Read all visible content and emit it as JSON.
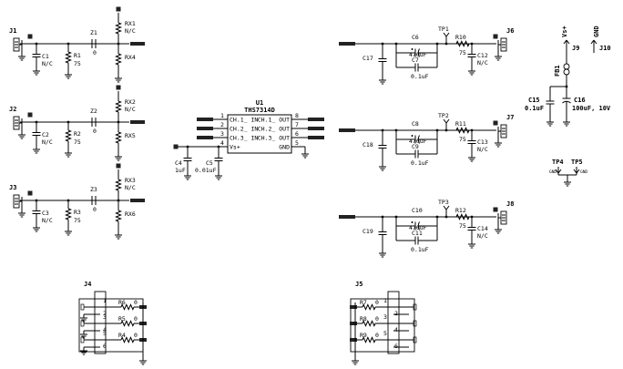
{
  "inputs": [
    {
      "conn": "J1",
      "res": "R1",
      "res_val": "75",
      "cap": "C1",
      "cap_val": "N/C",
      "z": "Z1",
      "z_val": "0",
      "rx_top": "RX1",
      "rx_top_val": "N/C",
      "rx_bot": "RX4"
    },
    {
      "conn": "J2",
      "res": "R2",
      "res_val": "75",
      "cap": "C2",
      "cap_val": "N/C",
      "z": "Z2",
      "z_val": "0",
      "rx_top": "RX2",
      "rx_top_val": "N/C",
      "rx_bot": "RX5"
    },
    {
      "conn": "J3",
      "res": "R3",
      "res_val": "75",
      "cap": "C3",
      "cap_val": "N/C",
      "z": "Z3",
      "z_val": "0",
      "rx_top": "RX3",
      "rx_top_val": "N/C",
      "rx_bot": "RX6"
    }
  ],
  "ic": {
    "ref": "U1",
    "part": "THS7314D",
    "pins_left": [
      {
        "num": "1",
        "name": "CH.1_ IN"
      },
      {
        "num": "2",
        "name": "CH.2_ IN"
      },
      {
        "num": "3",
        "name": "CH.3_ IN"
      },
      {
        "num": "4",
        "name": "Vs+"
      }
    ],
    "pins_right": [
      {
        "num": "8",
        "name": "CH.1_ OUT"
      },
      {
        "num": "7",
        "name": "CH.2_ OUT"
      },
      {
        "num": "6",
        "name": "CH.3_ OUT"
      },
      {
        "num": "5",
        "name": "GND"
      }
    ]
  },
  "supply_caps": [
    {
      "ref": "C4",
      "val": "1uF"
    },
    {
      "ref": "C5",
      "val": "0.01uF"
    }
  ],
  "outputs": [
    {
      "conn": "J6",
      "tp": "TP1",
      "res": "R10",
      "res_val": "75",
      "cap_big": "C6",
      "cap_big_val": "470uF",
      "cap_small": "C7",
      "cap_small_val": "0.1uF",
      "cap_in": "C17",
      "cap_out": "C12",
      "cap_out_val": "N/C"
    },
    {
      "conn": "J7",
      "tp": "TP2",
      "res": "R11",
      "res_val": "75",
      "cap_big": "C8",
      "cap_big_val": "470uF",
      "cap_small": "C9",
      "cap_small_val": "0.1uF",
      "cap_in": "C18",
      "cap_out": "C13",
      "cap_out_val": "N/C"
    },
    {
      "conn": "J8",
      "tp": "TP3",
      "res": "R12",
      "res_val": "75",
      "cap_big": "C10",
      "cap_big_val": "470uF",
      "cap_small": "C11",
      "cap_small_val": "0.1uF",
      "cap_in": "C19",
      "cap_out": "C14",
      "cap_out_val": "N/C"
    }
  ],
  "power": {
    "vs_label": "Vs+",
    "gnd_label": "GND",
    "j_vs": "J9",
    "j_gnd": "J10",
    "ferrite": "FB1",
    "c15": "C15",
    "c15_val": "0.1uF",
    "c16": "C16",
    "c16_val": "100uF, 10V",
    "tp4": "TP4",
    "tp5": "TP5",
    "tp4_label": "GND",
    "tp5_label": "GND"
  },
  "jumpers": [
    {
      "ref": "J4",
      "rows": [
        {
          "res": "R6",
          "val": "0",
          "pin_l": "1",
          "pin_r": "2"
        },
        {
          "res": "R5",
          "val": "0",
          "pin_l": "3",
          "pin_r": "4"
        },
        {
          "res": "R4",
          "val": "0",
          "pin_l": "5",
          "pin_r": "6"
        }
      ]
    },
    {
      "ref": "J5",
      "rows": [
        {
          "res": "R7",
          "val": "0",
          "pin_l": "1",
          "pin_r": "2"
        },
        {
          "res": "R8",
          "val": "0",
          "pin_l": "3",
          "pin_r": "4"
        },
        {
          "res": "R9",
          "val": "0",
          "pin_l": "5",
          "pin_r": "6"
        }
      ]
    }
  ]
}
